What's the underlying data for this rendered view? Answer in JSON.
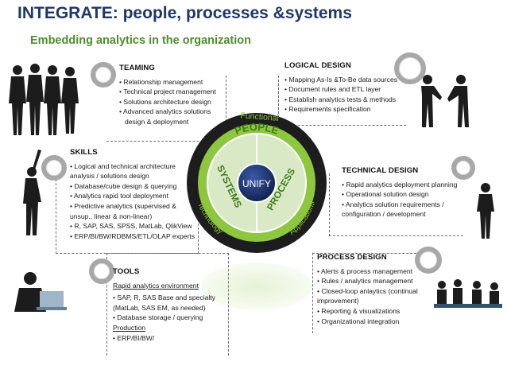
{
  "title": "INTEGRATE: people, processes &systems",
  "subtitle": "Embedding analytics in the organization",
  "center": {
    "people": "PEOPLE",
    "process": "PROCESS",
    "systems": "SYSTEMS",
    "unify": "UNIFY",
    "functional": "Functional",
    "applications": "Applications",
    "technology": "Technology"
  },
  "teaming": {
    "heading": "TEAMING",
    "items": [
      "Relationship management",
      "Technical project management",
      "Solutions architecture design",
      "Advanced analytics solutions",
      "design & deployment"
    ]
  },
  "logical_design": {
    "heading": "LOGICAL DESIGN",
    "items": [
      "Mapping As-Is &To-Be data sources",
      "Document rules and ETL layer",
      "Establish analytics tests & methods",
      "Requirements specification"
    ]
  },
  "skills": {
    "heading": "SKILLS",
    "items": [
      "Logical and technical architecture",
      "analysis / solutions design",
      "Database/cube design & querying",
      "Analytics rapid tool deployment",
      "Predictive analytics (supervised  &",
      "unsup., linear & non-linear)",
      "R, SAP, SAS, SPSS, MatLab, QlikView",
      "ERP/BI/BW/RDBMS/ETL/OLAP experts"
    ]
  },
  "technical_design": {
    "heading": "TECHNICAL DESIGN",
    "items": [
      "Rapid analytics deployment planning",
      "Operational solution design",
      "Analytics solution requirements /",
      "configuration / development"
    ]
  },
  "tools": {
    "heading": "TOOLS",
    "env_label": "Rapid analytics environment",
    "env_items": [
      "SAP, R, SAS Base and specialty",
      "(MatLab, SAS EM, as needed)",
      "Database storage / querying"
    ],
    "prod_label": "Production",
    "prod_items": [
      "ERP/BI/BW/"
    ]
  },
  "process_design": {
    "heading": "PROCESS DESIGN",
    "items": [
      "Alerts & process management",
      "Rules / analytics management",
      "Closed-loop anlaytics (continual",
      "improvement)",
      "Reporting & visualizations",
      "Organizational integration"
    ]
  },
  "colors": {
    "title": "#1f3864",
    "subtitle": "#4e8d2d",
    "ring_green": "#8dc63f",
    "dark_green": "#3f7a1c",
    "core_blue": "#14285e"
  }
}
